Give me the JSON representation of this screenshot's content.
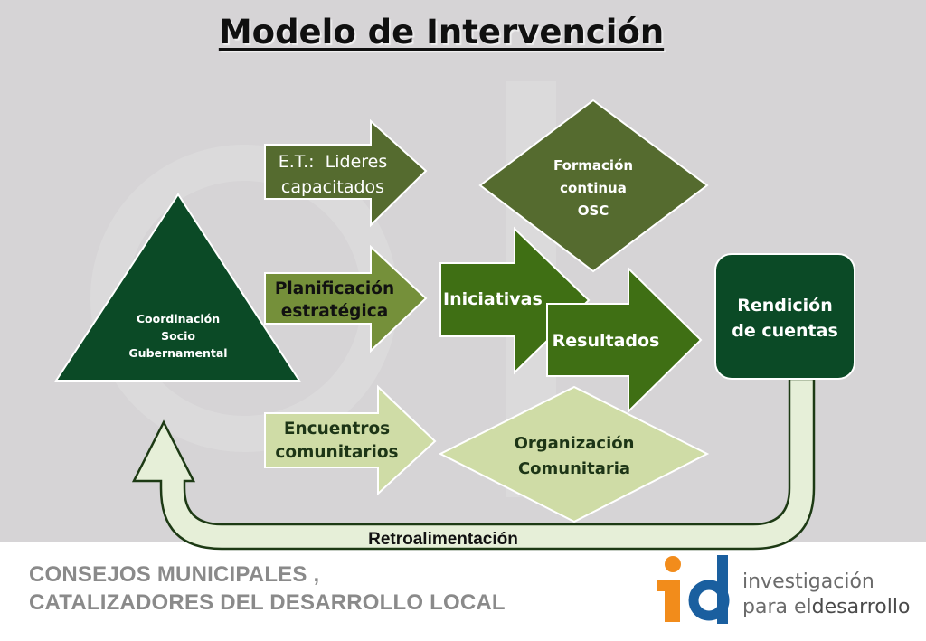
{
  "title": "Modelo de Intervención",
  "diagram": {
    "triangle": {
      "line1": "Coordinación",
      "line2": "Socio",
      "line3": "Gubernamental"
    },
    "arrow_et": {
      "line1": "E.T.:  Lideres",
      "line2": "capacitados"
    },
    "arrow_planificacion": {
      "line1": "Planificación",
      "line2": "estratégica"
    },
    "arrow_encuentros": {
      "line1": "Encuentros",
      "line2": "comunitarios"
    },
    "diamond_formacion": {
      "line1": "Formación",
      "line2": "continua",
      "line3": "OSC"
    },
    "arrow_iniciativas": "Iniciativas",
    "arrow_resultados": "Resultados",
    "diamond_organizacion": {
      "line1": "Organización",
      "line2": "Comunitaria"
    },
    "box_rendicion": {
      "line1": "Rendición",
      "line2": "de cuentas"
    },
    "feedback_label": "Retroalimentación"
  },
  "footer": {
    "line1": "CONSEJOS MUNICIPALES ,",
    "line2": "CATALIZADORES DEL DESARROLLO LOCAL"
  },
  "logo": {
    "mark": "id",
    "line1": "investigación",
    "line2_light": "para el",
    "line2_bold": "desarrollo"
  },
  "colors": {
    "dark_green": "#0b4a26",
    "olive": "#556b2f",
    "mid_green": "#75903a",
    "bright_green": "#3f6f14",
    "light_green": "#cfdca6",
    "brand_orange": "#f28c1b",
    "brand_blue": "#1a5f9f"
  }
}
